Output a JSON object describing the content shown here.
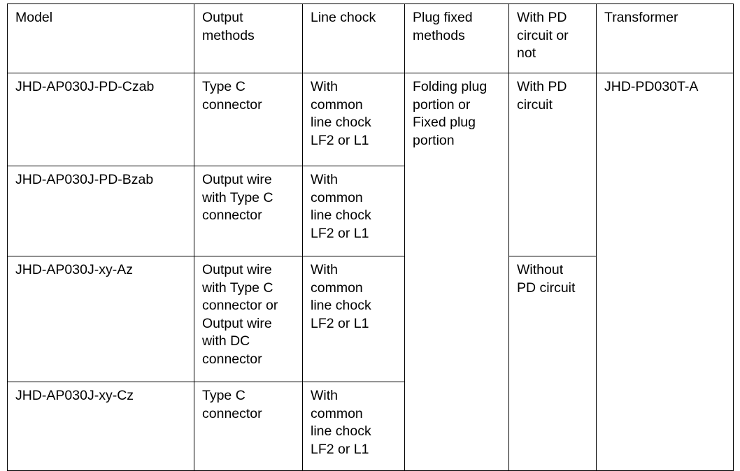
{
  "table": {
    "columns": [
      {
        "key": "model",
        "header": "Model"
      },
      {
        "key": "output",
        "header": "Output\nmethods"
      },
      {
        "key": "chock",
        "header": "Line chock"
      },
      {
        "key": "plug",
        "header": "Plug fixed\nmethods"
      },
      {
        "key": "pd",
        "header": "With PD\ncircuit or\nnot"
      },
      {
        "key": "transformer",
        "header": "Transformer"
      }
    ],
    "rows": [
      {
        "model": "JHD-AP030J-PD-Czab",
        "output": "Type C\nconnector",
        "chock": "With\ncommon\nline chock\nLF2 or L1",
        "plug": "Folding plug\nportion or\nFixed plug\nportion",
        "pd": "With PD\ncircuit",
        "transformer": "JHD-PD030T-A"
      },
      {
        "model": "JHD-AP030J-PD-Bzab",
        "output": "Output wire\nwith Type C\nconnector",
        "chock": "With\ncommon\nline chock\nLF2 or L1"
      },
      {
        "model": "JHD-AP030J-xy-Az",
        "output": "Output wire\nwith Type C\nconnector or\nOutput wire\nwith DC\nconnector",
        "chock": "With\ncommon\nline chock\nLF2 or L1",
        "pd": "Without\nPD circuit"
      },
      {
        "model": "JHD-AP030J-xy-Cz",
        "output": "Type C\nconnector",
        "chock": "With\ncommon\nline chock\nLF2 or L1"
      }
    ],
    "colors": {
      "border": "#000000",
      "text": "#000000",
      "background": "#ffffff"
    }
  }
}
